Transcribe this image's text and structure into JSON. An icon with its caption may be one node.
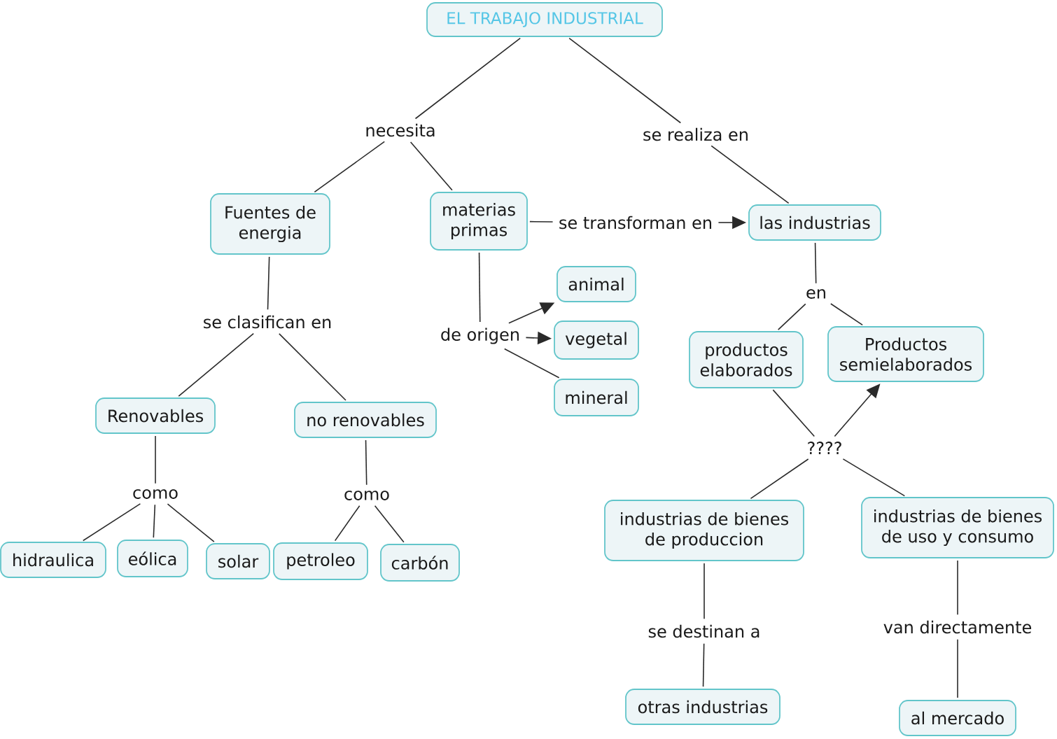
{
  "diagram": {
    "nodes": [
      {
        "text": [
          "EL TRABAJO INDUSTRIAL"
        ]
      },
      {
        "text": [
          "necesita"
        ]
      },
      {
        "text": [
          "se realiza en"
        ]
      },
      {
        "text": [
          "Fuentes de energia"
        ]
      },
      {
        "text": [
          "materias primas"
        ]
      },
      {
        "text": [
          "se transforman en"
        ]
      },
      {
        "text": [
          "las industrias"
        ]
      },
      {
        "text": [
          "animal"
        ]
      },
      {
        "text": [
          "se clasifican en"
        ]
      },
      {
        "text": [
          "de origen"
        ]
      },
      {
        "text": [
          "vegetal"
        ]
      },
      {
        "text": [
          "en"
        ]
      },
      {
        "text": [
          "productos elaborados"
        ]
      },
      {
        "text": [
          "Productos semielaborados"
        ]
      },
      {
        "text": [
          "Renovables"
        ]
      },
      {
        "text": [
          "no renovables"
        ]
      },
      {
        "text": [
          "mineral"
        ]
      },
      {
        "text": [
          "????"
        ]
      },
      {
        "text": [
          "como"
        ]
      },
      {
        "text": [
          "como"
        ]
      },
      {
        "text": [
          "industrias de bienes de produccion"
        ]
      },
      {
        "text": [
          "industrias de bienes de uso y consumo"
        ]
      },
      {
        "text": [
          "hidraulica"
        ]
      },
      {
        "text": [
          "eólica"
        ]
      },
      {
        "text": [
          "solar"
        ]
      },
      {
        "text": [
          "petroleo"
        ]
      },
      {
        "text": [
          "carbón"
        ]
      },
      {
        "text": [
          "se destinan a"
        ]
      },
      {
        "text": [
          "van directamente"
        ]
      },
      {
        "text": [
          "otras industrias"
        ]
      },
      {
        "text": [
          "al mercado"
        ]
      }
    ],
    "edges": [
      {
        "from": 0,
        "to": 1,
        "arrow": "none"
      },
      {
        "from": 1,
        "to": 3,
        "arrow": "none"
      },
      {
        "from": 1,
        "to": 4,
        "arrow": "none"
      },
      {
        "from": 0,
        "to": 2,
        "arrow": "none"
      },
      {
        "from": 2,
        "to": 6,
        "arrow": "none"
      },
      {
        "from": 4,
        "to": 5,
        "arrow": "none"
      },
      {
        "from": 5,
        "to": 6,
        "arrow": "to"
      },
      {
        "from": 3,
        "to": 8,
        "arrow": "none"
      },
      {
        "from": 8,
        "to": 14,
        "arrow": "none"
      },
      {
        "from": 8,
        "to": 15,
        "arrow": "none"
      },
      {
        "from": 4,
        "to": 9,
        "arrow": "none"
      },
      {
        "from": 9,
        "to": 7,
        "arrow": "to"
      },
      {
        "from": 9,
        "to": 10,
        "arrow": "to"
      },
      {
        "from": 9,
        "to": 16,
        "arrow": "none"
      },
      {
        "from": 6,
        "to": 11,
        "arrow": "none"
      },
      {
        "from": 11,
        "to": 12,
        "arrow": "none"
      },
      {
        "from": 11,
        "to": 13,
        "arrow": "none"
      },
      {
        "from": 12,
        "to": 17,
        "arrow": "none"
      },
      {
        "from": 17,
        "to": 13,
        "arrow": "to"
      },
      {
        "from": 17,
        "to": 20,
        "arrow": "none"
      },
      {
        "from": 17,
        "to": 21,
        "arrow": "none"
      },
      {
        "from": 14,
        "to": 18,
        "arrow": "none"
      },
      {
        "from": 18,
        "to": 22,
        "arrow": "none"
      },
      {
        "from": 18,
        "to": 23,
        "arrow": "none"
      },
      {
        "from": 18,
        "to": 24,
        "arrow": "none"
      },
      {
        "from": 15,
        "to": 19,
        "arrow": "none"
      },
      {
        "from": 19,
        "to": 25,
        "arrow": "none"
      },
      {
        "from": 19,
        "to": 26,
        "arrow": "none"
      },
      {
        "from": 20,
        "to": 27,
        "arrow": "none"
      },
      {
        "from": 27,
        "to": 29,
        "arrow": "none"
      },
      {
        "from": 21,
        "to": 28,
        "arrow": "none"
      },
      {
        "from": 28,
        "to": 30,
        "arrow": "none"
      }
    ]
  }
}
